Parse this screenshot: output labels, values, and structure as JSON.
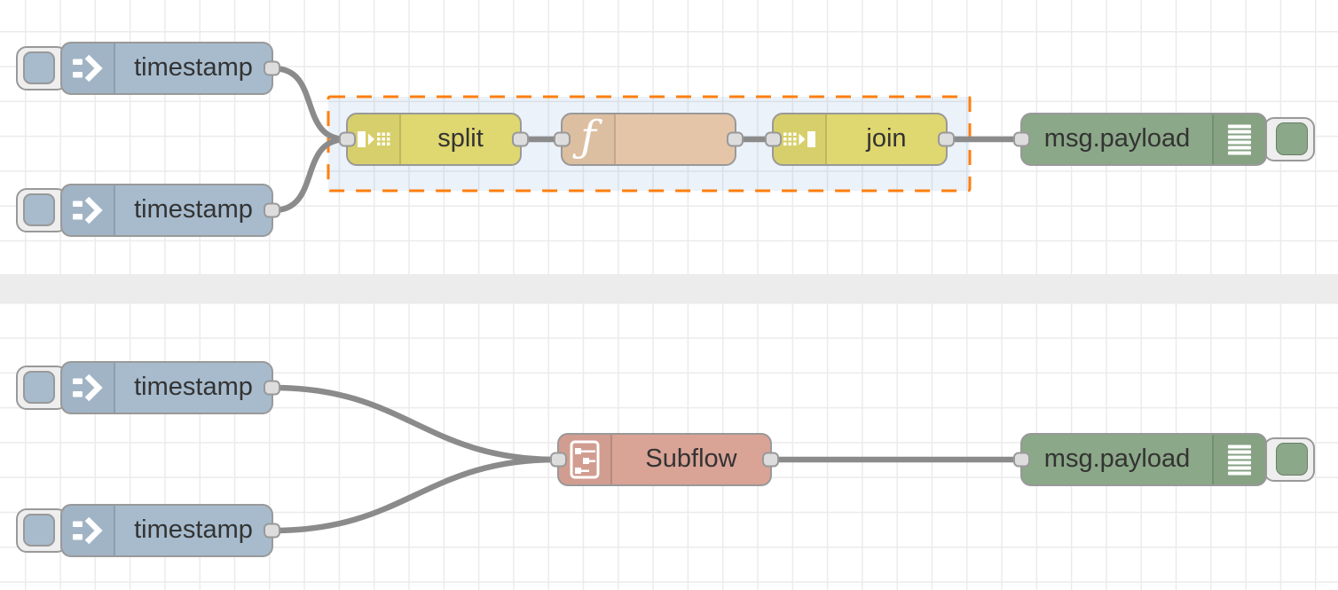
{
  "canvas": {
    "type": "flow-editor-workspace",
    "sections": 2,
    "divider_between_sections": true
  },
  "colors": {
    "canvas_bg": "#ffffff",
    "grid_line": "#ebebeb",
    "section_divider": "#ececec",
    "node_border": "#999999",
    "wire": "#8b8b8b",
    "port_fill": "#dddddd",
    "button_tab": "#eeeeee",
    "label_text": "#333333",
    "inject_node": "#a7bbcd",
    "split_join_node": "#dfd76f",
    "function_node": "#e5c5a7",
    "debug_node": "#8ba888",
    "subflow_node": "#d9a396",
    "selection_border": "#ff7f0e",
    "selection_fill": "rgba(100,150,215,0.12)"
  },
  "top_flow": {
    "inject_1": {
      "label": "timestamp",
      "icon": "inject-arrow-icon",
      "has_button": true
    },
    "inject_2": {
      "label": "timestamp",
      "icon": "inject-arrow-icon",
      "has_button": true
    },
    "split": {
      "label": "split",
      "icon": "split-icon"
    },
    "function": {
      "label": "",
      "icon": "function-icon"
    },
    "join": {
      "label": "join",
      "icon": "join-icon"
    },
    "debug": {
      "label": "msg.payload",
      "icon": "debug-list-icon",
      "has_button": true
    },
    "selection": {
      "style": "dashed-orange",
      "contains": [
        "split",
        "function",
        "join"
      ]
    },
    "wires": [
      [
        "inject_1",
        "split"
      ],
      [
        "inject_2",
        "split"
      ],
      [
        "split",
        "function"
      ],
      [
        "function",
        "join"
      ],
      [
        "join",
        "debug"
      ]
    ]
  },
  "bottom_flow": {
    "inject_1": {
      "label": "timestamp",
      "icon": "inject-arrow-icon",
      "has_button": true
    },
    "inject_2": {
      "label": "timestamp",
      "icon": "inject-arrow-icon",
      "has_button": true
    },
    "subflow": {
      "label": "Subflow",
      "icon": "subflow-icon"
    },
    "debug": {
      "label": "msg.payload",
      "icon": "debug-list-icon",
      "has_button": true
    },
    "wires": [
      [
        "inject_1",
        "subflow"
      ],
      [
        "inject_2",
        "subflow"
      ],
      [
        "subflow",
        "debug"
      ]
    ]
  }
}
